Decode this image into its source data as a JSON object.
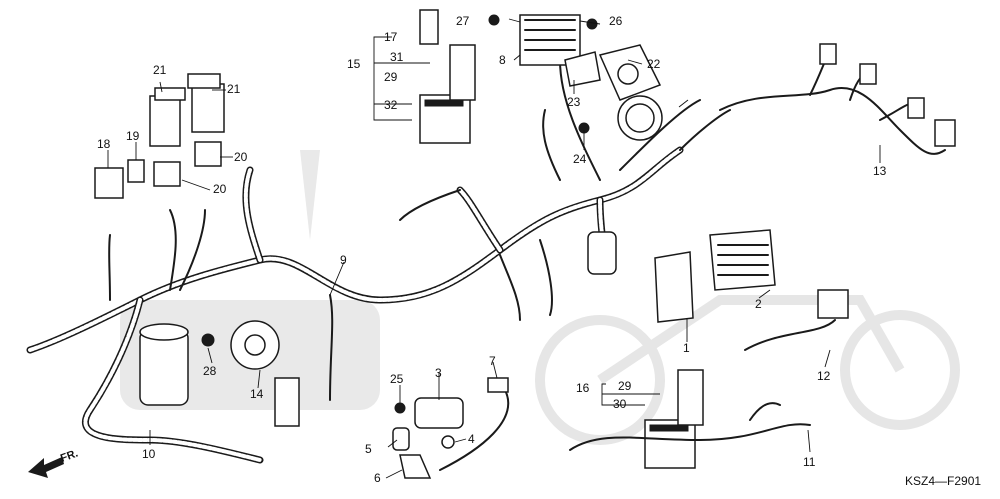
{
  "diagram": {
    "code": "KSZ4—F2901",
    "direction": "FR.",
    "callouts": {
      "c1": "1",
      "c2": "2",
      "c3": "3",
      "c4": "4",
      "c5": "5",
      "c6": "6",
      "c7": "7",
      "c8": "8",
      "c9": "9",
      "c10": "10",
      "c11": "11",
      "c12": "12",
      "c13": "13",
      "c14": "14",
      "c15": "15",
      "c16": "16",
      "c17": "17",
      "c18": "18",
      "c19": "19",
      "c20a": "20",
      "c20b": "20",
      "c21a": "21",
      "c21b": "21",
      "c22": "22",
      "c23": "23",
      "c24": "24",
      "c25": "25",
      "c26": "26",
      "c27": "27",
      "c28": "28",
      "c29a": "29",
      "c29b": "29",
      "c30": "30",
      "c31": "31",
      "c32": "32"
    }
  }
}
